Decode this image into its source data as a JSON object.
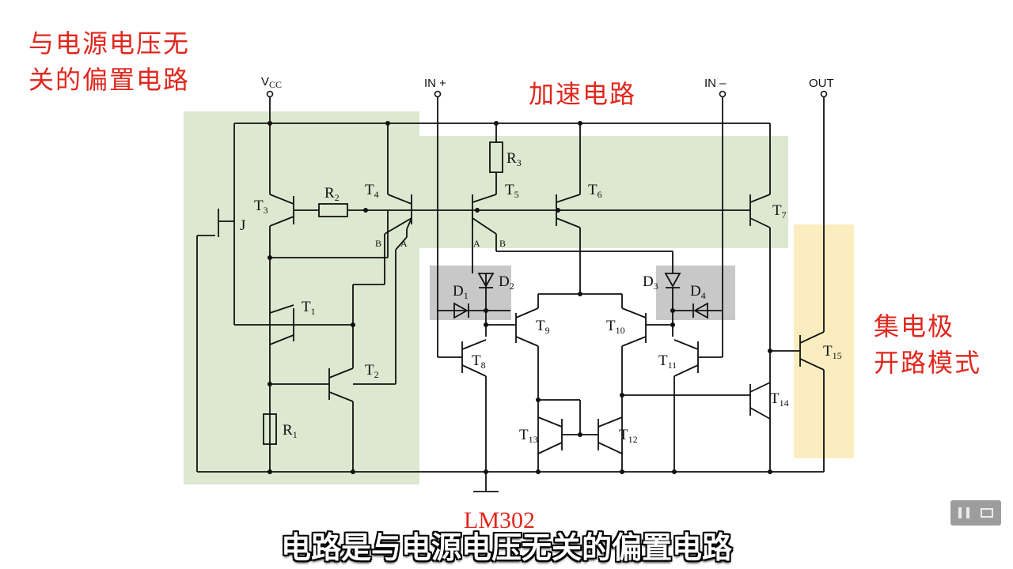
{
  "annotations": {
    "bias_line1": "与电源电压无",
    "bias_line2": "关的偏置电路",
    "speedup": "加速电路",
    "oc_line1": "集电极",
    "oc_line2": "开路模式"
  },
  "chip_name": "LM302",
  "subtitle": "电路是与电源电压无关的偏置电路",
  "terminals": {
    "vcc": "V",
    "vcc_sub": "CC",
    "in_plus": "IN +",
    "in_minus": "IN –",
    "out": "OUT"
  },
  "components": {
    "T1": {
      "l": "T",
      "s": "1"
    },
    "T2": {
      "l": "T",
      "s": "2"
    },
    "T3": {
      "l": "T",
      "s": "3"
    },
    "T4": {
      "l": "T",
      "s": "4"
    },
    "T5": {
      "l": "T",
      "s": "5"
    },
    "T6": {
      "l": "T",
      "s": "6"
    },
    "T7": {
      "l": "T",
      "s": "7"
    },
    "T8": {
      "l": "T",
      "s": "8"
    },
    "T9": {
      "l": "T",
      "s": "9"
    },
    "T10": {
      "l": "T",
      "s": "10"
    },
    "T11": {
      "l": "T",
      "s": "11"
    },
    "T12": {
      "l": "T",
      "s": "12"
    },
    "T13": {
      "l": "T",
      "s": "13"
    },
    "T14": {
      "l": "T",
      "s": "14"
    },
    "T15": {
      "l": "T",
      "s": "15"
    },
    "R1": {
      "l": "R",
      "s": "1"
    },
    "R2": {
      "l": "R",
      "s": "2"
    },
    "R3": {
      "l": "R",
      "s": "3"
    },
    "D1": {
      "l": "D",
      "s": "1"
    },
    "D2": {
      "l": "D",
      "s": "2"
    },
    "D3": {
      "l": "D",
      "s": "3"
    },
    "D4": {
      "l": "D",
      "s": "4"
    },
    "J": "J",
    "emitter_A": "A",
    "emitter_B": "B"
  },
  "colors": {
    "bias_region": "#dde8d0",
    "speedup_region": "#dde8d0",
    "diode_region": "#c8c8c8",
    "open_collector_region": "#fbedc0",
    "annotation_red": "#e0281e"
  }
}
